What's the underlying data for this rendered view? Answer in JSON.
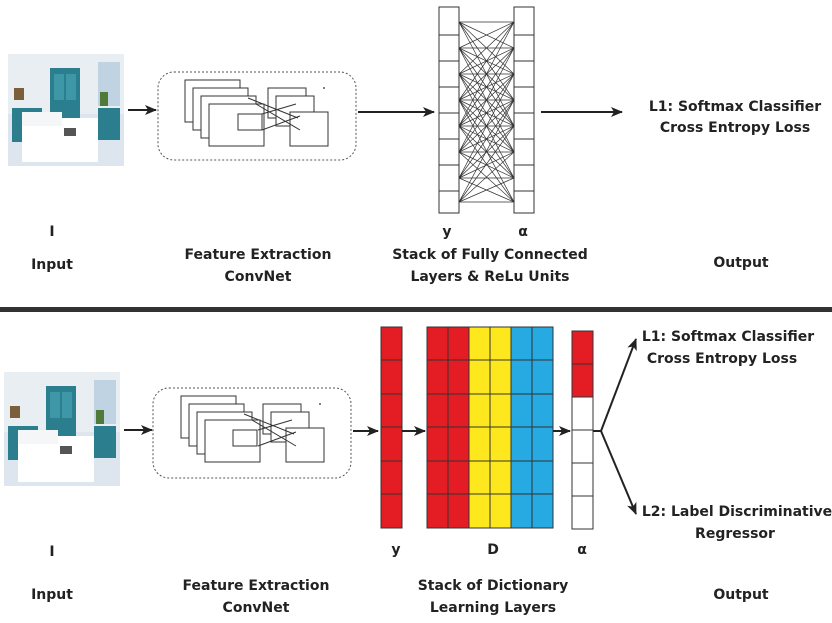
{
  "colors": {
    "red": "#e41d25",
    "yellow": "#fde81d",
    "blue": "#26aae1",
    "ink": "#222222",
    "divider": "#333333"
  },
  "top": {
    "symbols": {
      "input": "I",
      "y": "y",
      "alpha": "α"
    },
    "labels": {
      "input": "Input",
      "feature_line1": "Feature Extraction",
      "feature_line2": "ConvNet",
      "stack_line1": "Stack of Fully Connected",
      "stack_line2": "Layers & ReLu Units",
      "output": "Output",
      "l1_line1": "L1: Softmax Classifier",
      "l1_line2": "Cross Entropy Loss"
    },
    "icons": [
      "bedroom-image",
      "convnet-icon",
      "fully-connected-icon",
      "arrow-icon"
    ]
  },
  "bottom": {
    "symbols": {
      "input": "I",
      "y": "y",
      "D": "D",
      "alpha": "α"
    },
    "labels": {
      "input": "Input",
      "feature_line1": "Feature Extraction",
      "feature_line2": "ConvNet",
      "stack_line1": "Stack of Dictionary",
      "stack_line2": "Learning Layers",
      "output": "Output",
      "l1_line1": "L1: Softmax Classifier",
      "l1_line2": "Cross Entropy Loss",
      "l2_line1": "L2: Label Discriminative",
      "l2_line2": "Regressor"
    },
    "dictionary_column_colors": [
      "red",
      "red",
      "yellow",
      "yellow",
      "blue",
      "blue"
    ],
    "alpha_filled_cells": 2,
    "icons": [
      "bedroom-image",
      "convnet-icon",
      "dictionary-matrix",
      "arrow-icon"
    ]
  }
}
